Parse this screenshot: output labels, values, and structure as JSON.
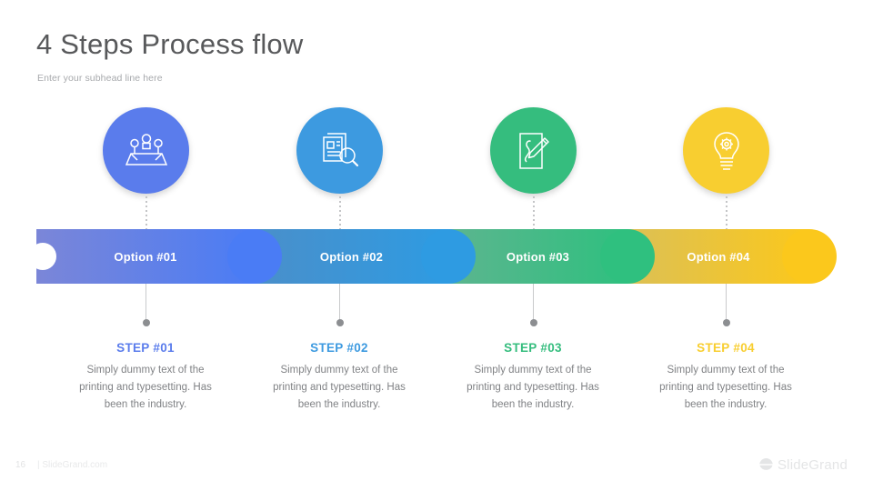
{
  "header": {
    "title": "4 Steps Process flow",
    "subhead": "Enter your subhead line here"
  },
  "colors": {
    "step1": "#5a7cec",
    "step2": "#3d9ae0",
    "step3": "#35bd7e",
    "step4": "#f8ce30",
    "title_text": "#58595b",
    "body_text": "#808285",
    "subhead_text": "#a7a9ac"
  },
  "circles": [
    {
      "icon": "people-meeting-icon",
      "color": "#5a7cec"
    },
    {
      "icon": "document-search-icon",
      "color": "#3d9ae0"
    },
    {
      "icon": "document-pencil-icon",
      "color": "#35bd7e"
    },
    {
      "icon": "lightbulb-gear-icon",
      "color": "#f8ce30"
    }
  ],
  "ribbon": {
    "segments": [
      {
        "label": "Option #01",
        "color": "#4a7cf5"
      },
      {
        "label": "Option #02",
        "color": "#2e9be2"
      },
      {
        "label": "Option #03",
        "color": "#2fc07f"
      },
      {
        "label": "Option #04",
        "color": "#fbc81c"
      }
    ]
  },
  "steps": [
    {
      "heading": "STEP #01",
      "body": "Simply dummy text of the printing and typesetting. Has been the industry."
    },
    {
      "heading": "STEP #02",
      "body": "Simply dummy text of the printing and typesetting. Has been the industry."
    },
    {
      "heading": "STEP #03",
      "body": "Simply dummy text of the printing and typesetting. Has been the industry."
    },
    {
      "heading": "STEP #04",
      "body": "Simply dummy text of the printing and typesetting. Has been the industry."
    }
  ],
  "footer": {
    "page_number": "16",
    "site": "| SlideGrand.com",
    "logo_text": "SlideGrand"
  }
}
